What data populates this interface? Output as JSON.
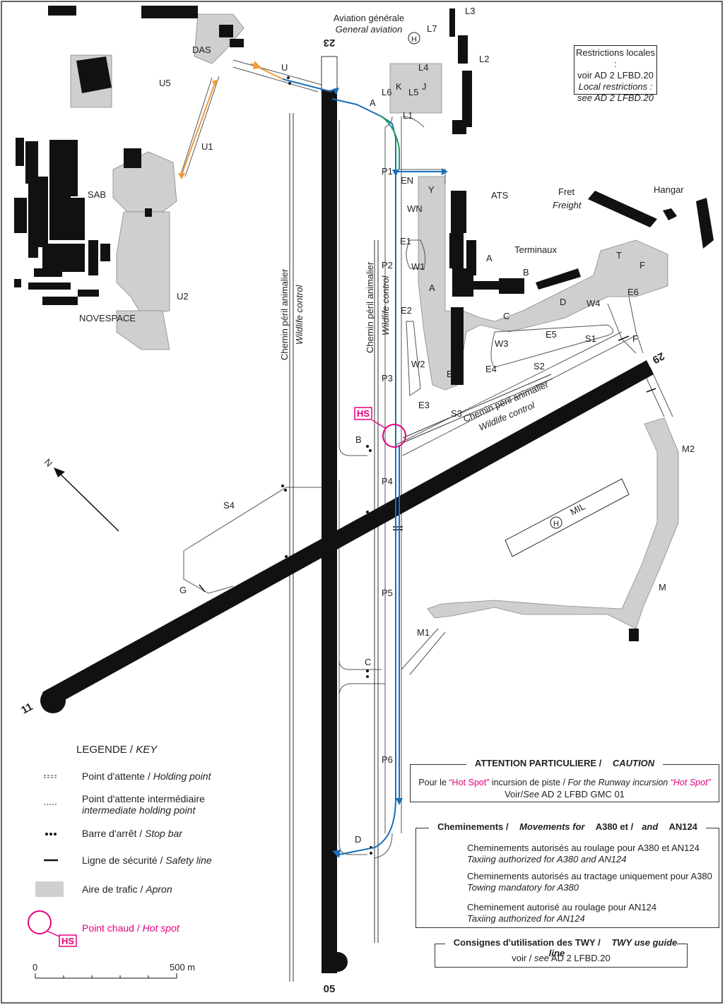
{
  "restrictions": {
    "line1": "Restrictions locales :",
    "line2": "voir AD 2 LFBD.20",
    "line3": "Local restrictions :",
    "line4": "see AD 2 LFBD.20"
  },
  "general_aviation": {
    "fr": "Aviation générale",
    "en": "General aviation"
  },
  "runways": {
    "r23": "23",
    "r05": "05",
    "r29": "29",
    "r11": "11"
  },
  "map_labels": {
    "das": "DAS",
    "u": "U",
    "u5": "U5",
    "u1": "U1",
    "u2": "U2",
    "sab": "SAB",
    "novespace": "NOVESPACE",
    "a_top": "A",
    "l3": "L3",
    "l7": "L7",
    "l2": "L2",
    "l4": "L4",
    "l5": "L5",
    "l6": "L6",
    "k": "K",
    "j": "J",
    "l1": "L1",
    "heli": "H",
    "p1": "P1",
    "en": "EN",
    "y": "Y",
    "wn": "WN",
    "ats": "ATS",
    "fret_fr": "Fret",
    "fret_en": "Freight",
    "hangar": "Hangar",
    "terminaux": "Terminaux",
    "a_term": "A",
    "b_term": "B",
    "t": "T",
    "f_apron": "F",
    "e6": "E6",
    "w4": "W4",
    "d_apron": "D",
    "c_apron": "C",
    "e1": "E1",
    "w1": "W1",
    "p2": "P2",
    "a_apron": "A",
    "e2": "E2",
    "w3": "W3",
    "e5": "E5",
    "s1": "S1",
    "f_twy": "F",
    "w2": "W2",
    "e4": "E4",
    "s2": "S2",
    "b_apron": "B",
    "e3": "E3",
    "s3": "S3",
    "p3": "P3",
    "wildlife_fr": "Chemin péril animalier",
    "wildlife_en": "Wildlife control",
    "hs": "HS",
    "b_twy": "B",
    "p4": "P4",
    "s4": "S4",
    "m2": "M2",
    "mil": "MIL",
    "m": "M",
    "m1": "M1",
    "g": "G",
    "p5": "P5",
    "c_twy": "C",
    "p6": "P6",
    "d_twy": "D",
    "n": "N"
  },
  "legend": {
    "title_fr": "LEGENDE / ",
    "title_en": "KEY",
    "holding_fr": "Point d'attente / ",
    "holding_en": "Holding point",
    "inter_fr": "Point d'attente intermédiaire",
    "inter_en": "intermediate  holding point",
    "stopbar_fr": "Barre d'arrêt / ",
    "stopbar_en": "Stop bar",
    "safety_fr": "Ligne de sécurité / ",
    "safety_en": "Safety line",
    "apron_fr": "Aire de trafic / ",
    "apron_en": "Apron",
    "hotspot_fr": "Point chaud / ",
    "hotspot_en": "Hot spot",
    "hs": "HS"
  },
  "scale": {
    "zero": "0",
    "dist": "500 m"
  },
  "caution": {
    "title_fr": "ATTENTION PARTICULIERE / ",
    "title_en": "CAUTION",
    "l1a": "Pour le ",
    "l1b": "“Hot Spot”",
    "l1c": " incursion de piste / ",
    "l1d": "For the Runway incursion ",
    "l1e": "“Hot Spot”",
    "l2a": "Voir/",
    "l2b": "See",
    "l2c": " AD 2 LFBD GMC 01"
  },
  "movements": {
    "title_a": "Cheminements / ",
    "title_b": "Movements for",
    "title_c": " A380 et /",
    "title_d": "and",
    "title_e": " AN124",
    "blue_fr": "Cheminements autorisés au roulage pour A380 et AN124",
    "blue_en": "Taxiing authorized for A380 and AN124",
    "orange_fr": "Cheminements autorisés au tractage uniquement pour A380",
    "orange_en": "Towing mandatory for A380",
    "green_fr": "Cheminement autorisé au roulage pour AN124",
    "green_en": "Taxiing authorized for AN124",
    "colors": {
      "blue": "#1a6fb8",
      "orange": "#f39a3a",
      "green": "#2aa04a",
      "pink": "#e5007e",
      "apron": "#cfcfcf"
    }
  },
  "twy_guide": {
    "title_a": "Consignes d'utilisation des TWY / ",
    "title_b": "TWY use guide line",
    "l1a": "voir / ",
    "l1b": "see",
    "l1c": " AD 2 LFBD.20"
  }
}
